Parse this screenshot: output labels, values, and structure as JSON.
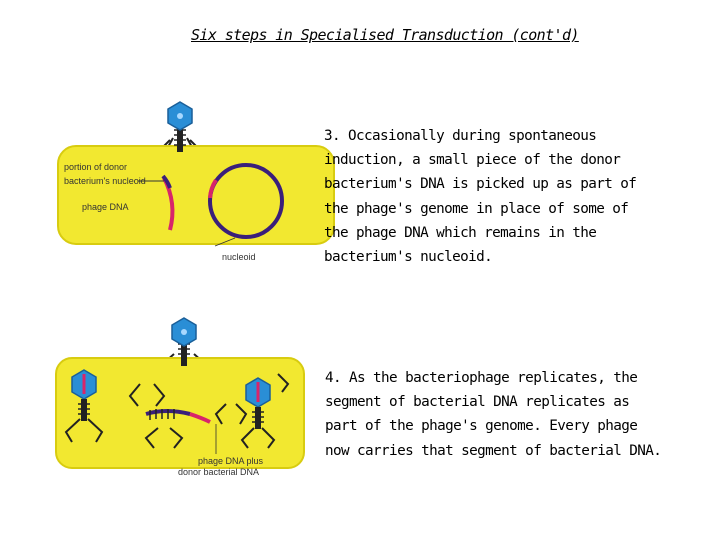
{
  "title": "Six steps in Specialised Transduction (cont'd)",
  "step3": {
    "lines": [
      "3. Occasionally during spontaneous",
      "induction, a small piece of the donor",
      "bacterium's DNA is picked up as part of",
      "the phage's genome in place of some of",
      "the phage DNA which remains in the",
      "bacterium's nucleoid."
    ],
    "diagram": {
      "label_portion_1": "portion of donor",
      "label_portion_2": "bacterium's nucleoid",
      "label_phage_dna": "phage DNA",
      "label_nucleoid": "nucleoid"
    }
  },
  "step4": {
    "lines": [
      "4. As the bacteriophage replicates, the",
      "segment of bacterial DNA replicates as",
      "part of the phage's genome. Every phage",
      "now carries that segment of bacterial DNA."
    ],
    "diagram": {
      "label_1": "phage DNA plus",
      "label_2": "donor bacterial DNA"
    }
  },
  "colors": {
    "cell": "#f2e830",
    "cell_edge": "#d8cc10",
    "phage_head": "#2a8ed6",
    "phage_head_edge": "#1a5f99",
    "dna_purple": "#3a1f7a",
    "dna_pink": "#d8256a"
  }
}
